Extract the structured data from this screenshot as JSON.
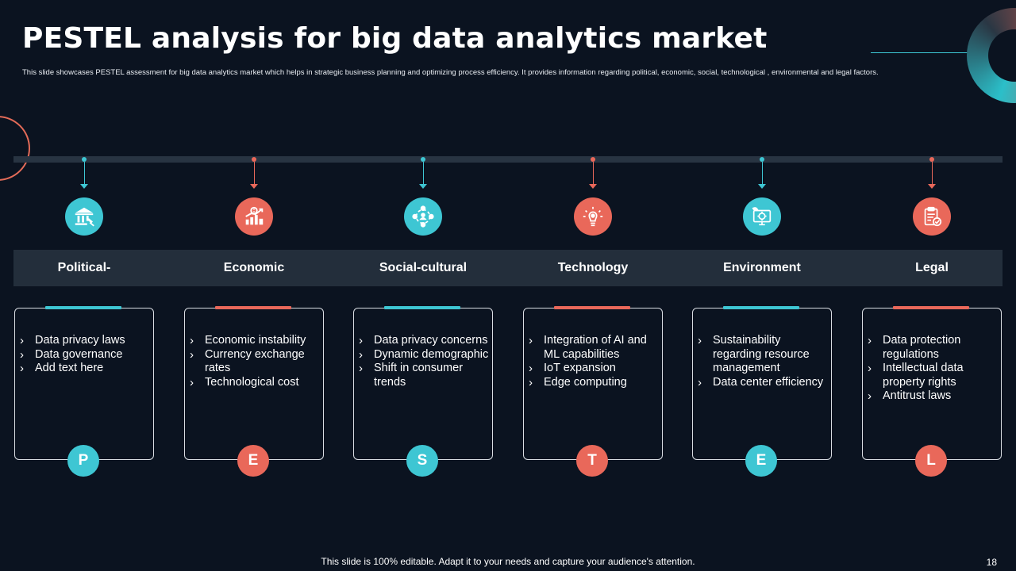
{
  "slide": {
    "title": "PESTEL analysis for big data analytics market",
    "subtitle": "This slide showcases PESTEL  assessment for big data analytics market  which helps in strategic business planning and optimizing  process efficiency. It provides information regarding political, economic, social, technological , environmental and legal  factors.",
    "footer": "This slide is 100% editable. Adapt it to your needs and capture your audience's attention.",
    "page_number": "18"
  },
  "colors": {
    "background": "#0b1320",
    "teal": "#3ec6d3",
    "coral": "#e9685a",
    "band": "#232e3b"
  },
  "columns": [
    {
      "key": "political",
      "heading": "Political-",
      "letter": "P",
      "accent": "teal",
      "icon": "government-building-gavel-icon",
      "items": [
        "Data privacy laws",
        "Data governance",
        "Add text here"
      ]
    },
    {
      "key": "economic",
      "heading": "Economic",
      "letter": "E",
      "accent": "coral",
      "icon": "economy-growth-chart-icon",
      "items": [
        "Economic instability",
        "Currency exchange rates",
        "Technological cost"
      ]
    },
    {
      "key": "social",
      "heading": "Social-cultural",
      "letter": "S",
      "accent": "teal",
      "icon": "social-network-people-icon",
      "items": [
        "Data privacy concerns",
        "Dynamic demographic",
        "Shift in consumer trends"
      ]
    },
    {
      "key": "technology",
      "heading": "Technology",
      "letter": "T",
      "accent": "coral",
      "icon": "lightbulb-gear-icon",
      "items": [
        "Integration of AI and ML capabilities",
        "IoT expansion",
        "Edge computing"
      ]
    },
    {
      "key": "environment",
      "heading": "Environment",
      "letter": "E",
      "accent": "teal",
      "icon": "eco-monitor-gear-icon",
      "items": [
        "Sustainability regarding resource management",
        "Data center efficiency"
      ]
    },
    {
      "key": "legal",
      "heading": "Legal",
      "letter": "L",
      "accent": "coral",
      "icon": "legal-clipboard-gavel-icon",
      "items": [
        "Data protection regulations",
        "Intellectual data property rights",
        "Antitrust laws"
      ]
    }
  ]
}
